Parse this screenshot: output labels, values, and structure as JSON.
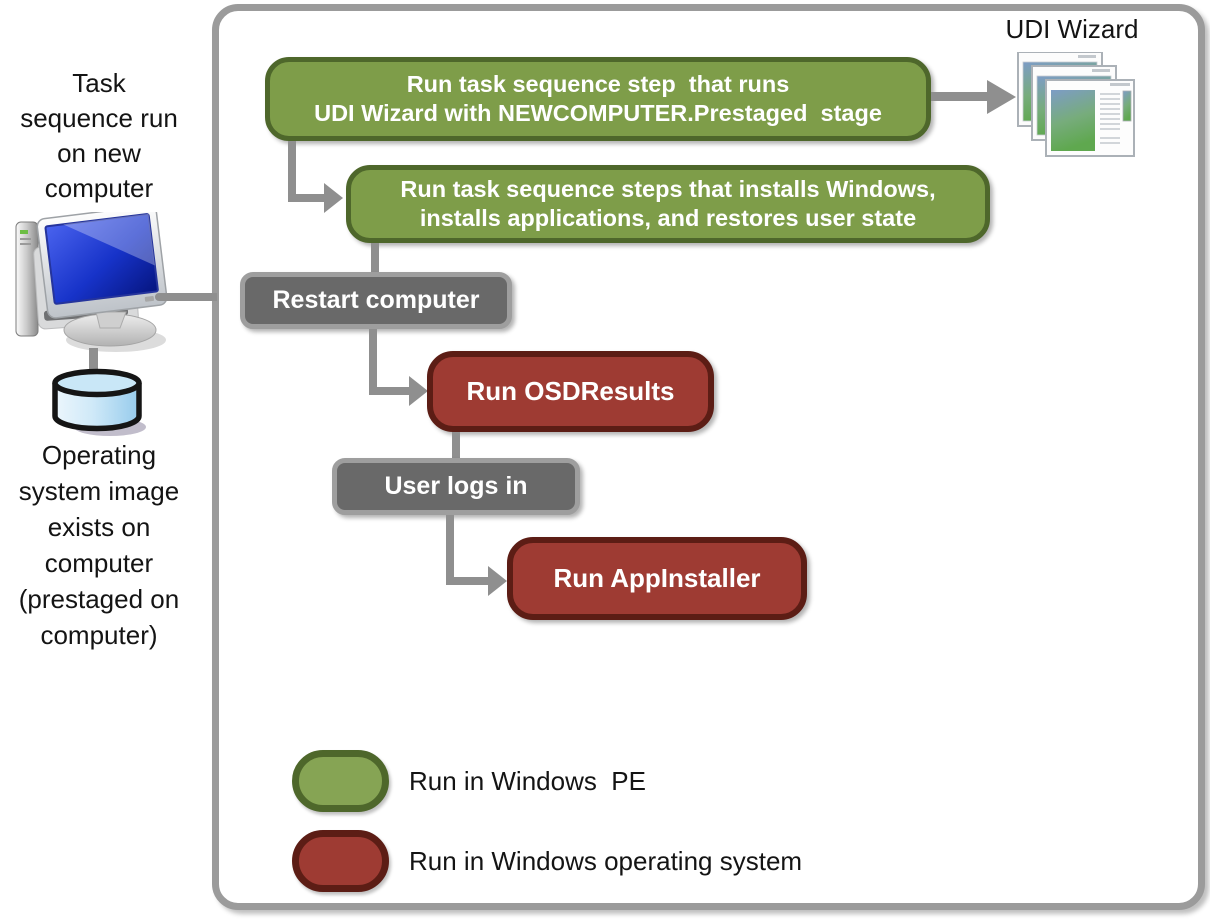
{
  "left_panel": {
    "top_caption_lines": [
      "Task",
      "sequence run",
      "on new",
      "computer"
    ],
    "bottom_caption_lines": [
      "Operating",
      "system image",
      "exists on",
      "computer",
      "(prestaged on",
      "computer)"
    ]
  },
  "header": {
    "udi_wizard_label": "UDI Wizard"
  },
  "flow": {
    "step1_line1": "Run task sequence step  that runs",
    "step1_line2": "UDI Wizard with NEWCOMPUTER.Prestaged  stage",
    "step2_line1": "Run task sequence steps that installs Windows,",
    "step2_line2": "installs applications, and restores user state",
    "restart_label": "Restart computer",
    "osdresults_label": "Run OSDResults",
    "user_login_label": "User logs in",
    "appinstaller_label": "Run AppInstaller"
  },
  "legend": {
    "winpe_label": "Run in Windows  PE",
    "os_label": "Run in Windows operating system"
  },
  "colors": {
    "winpe_fill": "#7e9d49",
    "winpe_border": "#4e672b",
    "os_fill": "#9e3b33",
    "os_border": "#5c1d15",
    "neutral_fill": "#696969",
    "neutral_border": "#9e9e9e",
    "connector_gray": "#8f8f8f",
    "frame_border": "#9b9b9b",
    "monitor_screen_blue": "#1733c9",
    "cylinder_blue": "#c9e7f7"
  }
}
